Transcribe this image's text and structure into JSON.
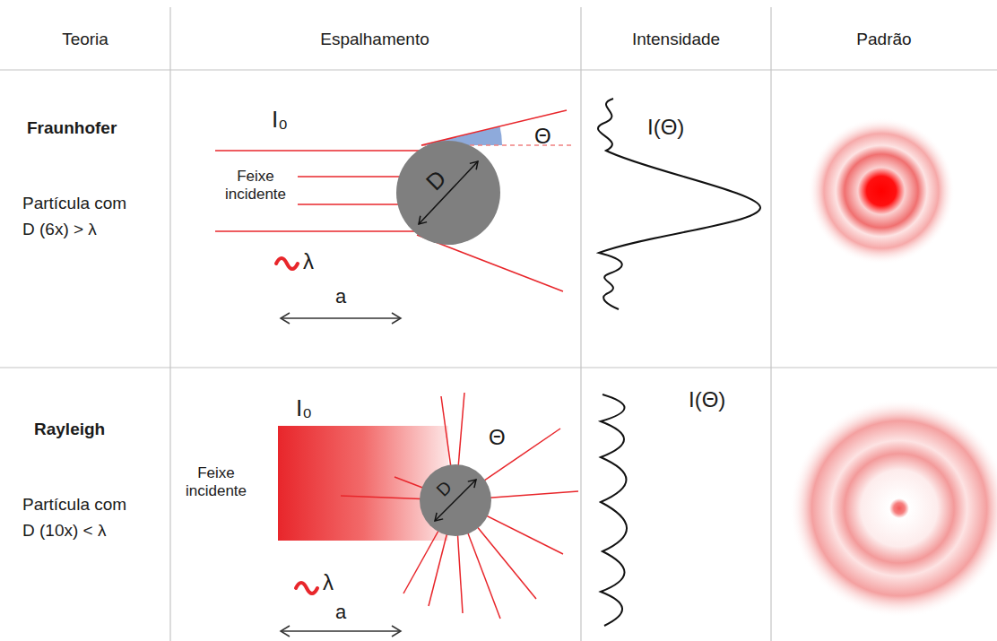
{
  "diagram": {
    "nodes": [
      {
        "text": [
          "D"
        ]
      },
      {
        "text": [
          "D"
        ]
      }
    ],
    "labels": [
      "Teoria",
      "Espalhamento",
      "Intensidade",
      "Padrão",
      "Fraunhofer",
      "Partícula com D (6x) > λ",
      "I₀",
      "Θ",
      "Feixe incidente",
      "λ",
      "a",
      "I(Θ)",
      "Rayleigh",
      "Partícula com D (10x) < λ",
      "I₀",
      "Θ",
      "Feixe incidente",
      "λ",
      "a",
      "I(Θ)"
    ]
  }
}
